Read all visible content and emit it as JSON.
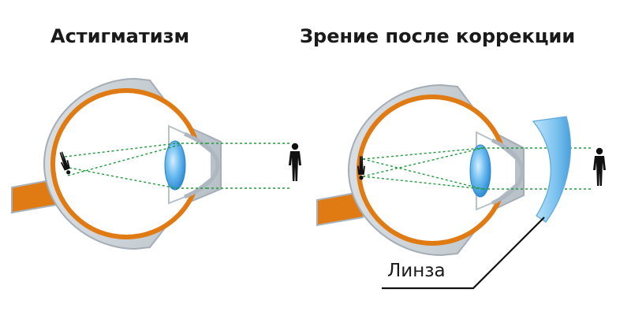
{
  "titles": {
    "left": "Астигматизм",
    "right": "Зрение после коррекции"
  },
  "labels": {
    "lens": "Линза"
  },
  "colors": {
    "eye_wall": "#c9d0d6",
    "eye_wall_dark": "#a9b2ba",
    "retina": "#e07a12",
    "optic_nerve": "#e07a12",
    "vitreous": "#ffffff",
    "lens": "#4aa8e8",
    "ray": "#1f9b3a",
    "person": "#111111",
    "text": "#1a1a1a"
  },
  "icons": [
    "person-icon",
    "inverted-person-icon",
    "eye-diagram",
    "corrective-lens"
  ]
}
